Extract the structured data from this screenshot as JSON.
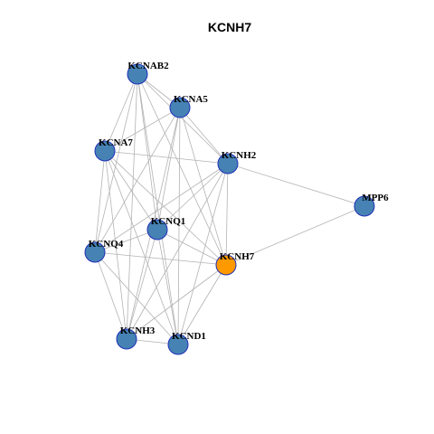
{
  "diagram": {
    "title": "KCNH7",
    "colors": {
      "node_default": "#4682b4",
      "node_focus": "#ff9900",
      "node_border": "#1f2fb8",
      "edge": "#b3b3b3",
      "background": "#ffffff"
    },
    "nodes": [
      {
        "id": "KCNAB2",
        "label": "KCNAB2",
        "focus": false
      },
      {
        "id": "KCNA5",
        "label": "KCNA5",
        "focus": false
      },
      {
        "id": "KCNA7",
        "label": "KCNA7",
        "focus": false
      },
      {
        "id": "KCNH2",
        "label": "KCNH2",
        "focus": false
      },
      {
        "id": "MPP6",
        "label": "MPP6",
        "focus": false
      },
      {
        "id": "KCNQ1",
        "label": "KCNQ1",
        "focus": false
      },
      {
        "id": "KCNQ4",
        "label": "KCNQ4",
        "focus": false
      },
      {
        "id": "KCNH7",
        "label": "KCNH7",
        "focus": true
      },
      {
        "id": "KCNH3",
        "label": "KCNH3",
        "focus": false
      },
      {
        "id": "KCND1",
        "label": "KCND1",
        "focus": false
      }
    ],
    "edges": [
      [
        "KCNAB2",
        "KCNA5"
      ],
      [
        "KCNAB2",
        "KCNA7"
      ],
      [
        "KCNAB2",
        "KCNH2"
      ],
      [
        "KCNAB2",
        "KCNQ1"
      ],
      [
        "KCNAB2",
        "KCNQ4"
      ],
      [
        "KCNAB2",
        "KCNH7"
      ],
      [
        "KCNAB2",
        "KCNH3"
      ],
      [
        "KCNAB2",
        "KCND1"
      ],
      [
        "KCNA5",
        "KCNA7"
      ],
      [
        "KCNA5",
        "KCNH2"
      ],
      [
        "KCNA5",
        "KCNQ1"
      ],
      [
        "KCNA5",
        "KCNQ4"
      ],
      [
        "KCNA5",
        "KCNH7"
      ],
      [
        "KCNA5",
        "KCNH3"
      ],
      [
        "KCNA5",
        "KCND1"
      ],
      [
        "KCNA7",
        "KCNH2"
      ],
      [
        "KCNA7",
        "KCNQ1"
      ],
      [
        "KCNA7",
        "KCNQ4"
      ],
      [
        "KCNA7",
        "KCNH7"
      ],
      [
        "KCNA7",
        "KCNH3"
      ],
      [
        "KCNA7",
        "KCND1"
      ],
      [
        "KCNH2",
        "KCNQ1"
      ],
      [
        "KCNH2",
        "KCNQ4"
      ],
      [
        "KCNH2",
        "KCNH7"
      ],
      [
        "KCNH2",
        "KCNH3"
      ],
      [
        "KCNH2",
        "KCND1"
      ],
      [
        "KCNH2",
        "MPP6"
      ],
      [
        "MPP6",
        "KCNH7"
      ],
      [
        "KCNQ1",
        "KCNQ4"
      ],
      [
        "KCNQ1",
        "KCNH7"
      ],
      [
        "KCNQ1",
        "KCNH3"
      ],
      [
        "KCNQ1",
        "KCND1"
      ],
      [
        "KCNQ4",
        "KCNH7"
      ],
      [
        "KCNQ4",
        "KCNH3"
      ],
      [
        "KCNQ4",
        "KCND1"
      ],
      [
        "KCNH7",
        "KCNH3"
      ],
      [
        "KCNH7",
        "KCND1"
      ],
      [
        "KCNH3",
        "KCND1"
      ]
    ]
  }
}
